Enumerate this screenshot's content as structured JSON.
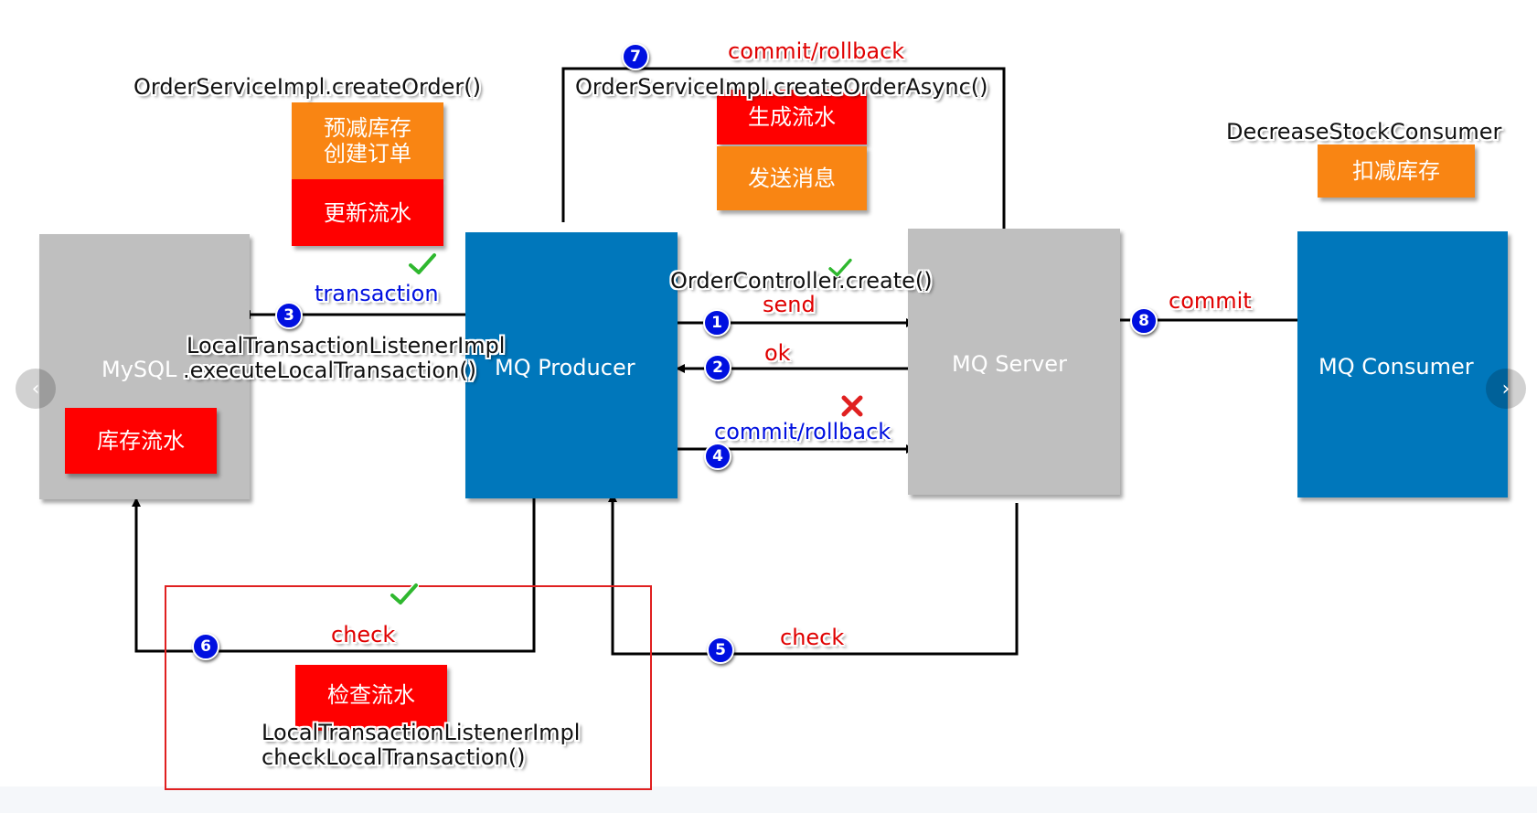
{
  "nodes": {
    "mysql": "MySQL",
    "producer": "MQ Producer",
    "server": "MQ Server",
    "consumer": "MQ Consumer"
  },
  "boxes": {
    "order_tasks": "预减库存\n创建订单",
    "update_flow": "更新流水",
    "gen_flow": "生成流水",
    "send_msg": "发送消息",
    "deduct_stock": "扣减库存",
    "stock_flow": "库存流水",
    "check_flow": "检查流水"
  },
  "labels": {
    "create_order": "OrderServiceImpl.createOrder()",
    "create_order_async": "OrderServiceImpl.createOrderAsync()",
    "commit_rollback_top": "commit/rollback",
    "decrease_consumer": "DecreaseStockConsumer",
    "transaction": "transaction",
    "listener_exec_1": "LocalTransactionListenerImpl",
    "listener_exec_2": ".executeLocalTransaction()",
    "controller_create": "OrderController.create()",
    "send": "send",
    "ok": "ok",
    "commit_rollback_mid": "commit/rollback",
    "commit": "commit",
    "check_left": "check",
    "check_right": "check",
    "listener_check_1": "LocalTransactionListenerImpl",
    "listener_check_2": "checkLocalTransaction()"
  },
  "steps": [
    "1",
    "2",
    "3",
    "4",
    "5",
    "6",
    "7",
    "8"
  ],
  "icons": {
    "success": "check-mark-icon",
    "failure": "cross-icon"
  },
  "nav": {
    "prev": "‹",
    "next": "›"
  },
  "colors": {
    "gray_node": "#bfbfbf",
    "blue_node": "#0077bb",
    "red_box": "#ff0000",
    "orange_box": "#f98513",
    "step_badge": "#0010e0",
    "red_text": "#e00000",
    "blue_text": "#0010e0"
  }
}
